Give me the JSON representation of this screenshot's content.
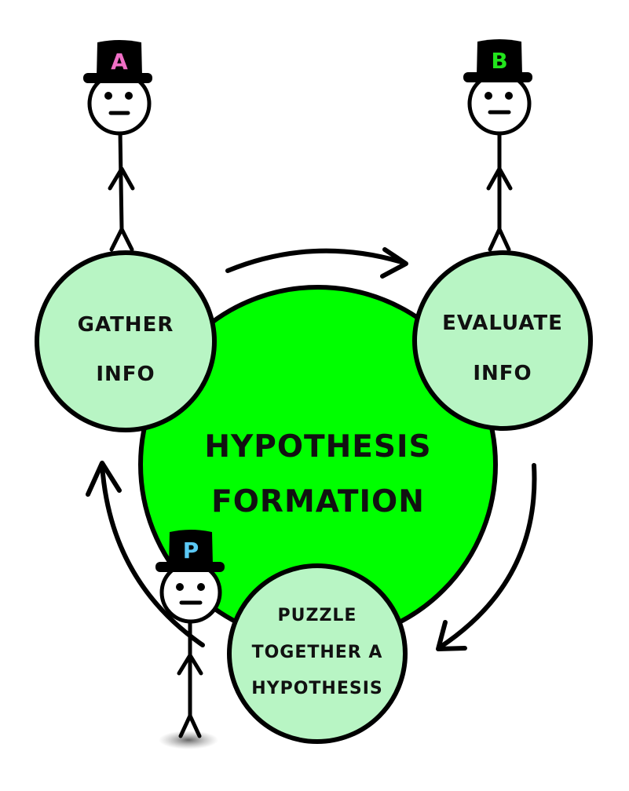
{
  "diagram": {
    "center_label": [
      "HYPOTHESIS",
      "FORMATION"
    ],
    "nodes": {
      "gather": {
        "lines": [
          "GATHER",
          "INFO"
        ]
      },
      "evaluate": {
        "lines": [
          "EVALUATE",
          "INFO"
        ]
      },
      "puzzle": {
        "lines": [
          "PUZZLE",
          "TOGETHER A",
          "HYPOTHESIS"
        ]
      }
    },
    "figures": {
      "a": {
        "hat_letter": "A",
        "letter_color": "#f06fc6"
      },
      "b": {
        "hat_letter": "B",
        "letter_color": "#22e51c"
      },
      "p": {
        "hat_letter": "P",
        "letter_color": "#5bc8f5"
      }
    },
    "colors": {
      "center_fill": "#00ff00",
      "node_fill": "#b8f5c4",
      "stroke": "#000000"
    }
  }
}
